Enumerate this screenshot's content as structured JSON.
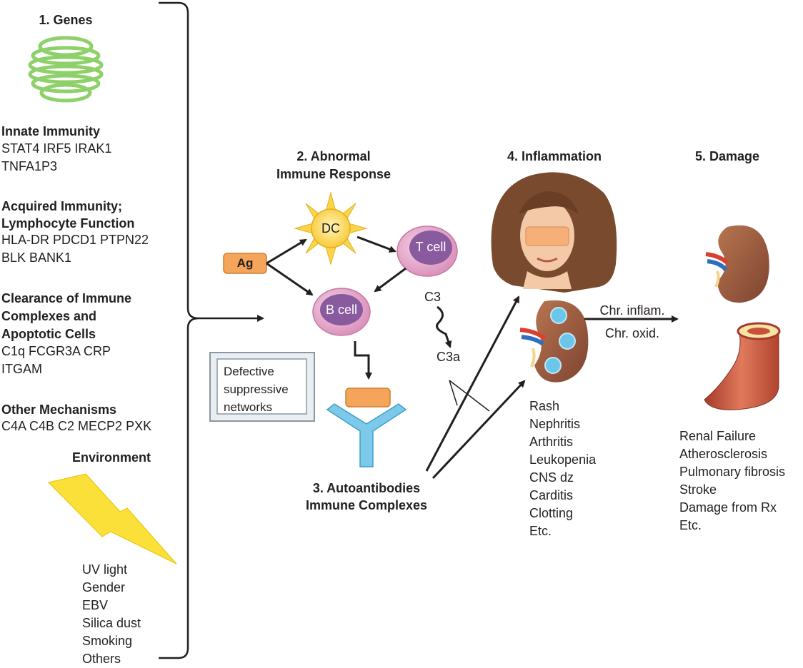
{
  "genes": {
    "title": "1. Genes",
    "innate": {
      "heading": "Innate Immunity",
      "lines": [
        "STAT4 IRF5 IRAK1",
        "TNFA1P3"
      ]
    },
    "acquired": {
      "heading1": "Acquired Immunity;",
      "heading2": "Lymphocyte Function",
      "lines": [
        "HLA-DR PDCD1 PTPN22",
        "BLK BANK1"
      ]
    },
    "clearance": {
      "heading1": "Clearance of Immune",
      "heading2": "Complexes and",
      "heading3": "Apoptotic Cells",
      "lines": [
        "C1q FCGR3A CRP",
        "ITGAM"
      ]
    },
    "other": {
      "heading": "Other Mechanisms",
      "lines": [
        "C4A C4B C2 MECP2 PXK"
      ]
    }
  },
  "environment": {
    "title": "Environment",
    "items": [
      "UV light",
      "Gender",
      "EBV",
      "Silica dust",
      "Smoking",
      "Others"
    ]
  },
  "response": {
    "title1": "2. Abnormal",
    "title2": "Immune Response",
    "dc": "DC",
    "t_cell": "T cell",
    "b_cell": "B cell",
    "ag": "Ag",
    "c3": "C3",
    "c3a": "C3a",
    "defective": [
      "Defective",
      "suppressive",
      "networks"
    ]
  },
  "autoantibodies": {
    "line1": "3. Autoantibodies",
    "line2": "Immune Complexes"
  },
  "inflammation": {
    "title": "4. Inflammation",
    "items": [
      "Rash",
      "Nephritis",
      "Arthritis",
      "Leukopenia",
      "CNS dz",
      "Carditis",
      "Clotting",
      "Etc."
    ]
  },
  "transition": {
    "line1": "Chr. inflam.",
    "line2": "Chr. oxid."
  },
  "damage": {
    "title": "5. Damage",
    "items": [
      "Renal Failure",
      "Atherosclerosis",
      "Pulmonary fibrosis",
      "Stroke",
      "Damage from Rx",
      "Etc."
    ]
  },
  "colors": {
    "gene_green": "#8ed16a",
    "dc_yellow": "#fcd449",
    "cell_pink": "#e7a6c9",
    "cell_purple": "#8a5a9e",
    "ag_orange": "#f5a55a",
    "antibody_blue": "#7cc9ea",
    "lightning": "#fbe03a",
    "kidney": "#9a5a3e",
    "artery": "#c9503a"
  }
}
